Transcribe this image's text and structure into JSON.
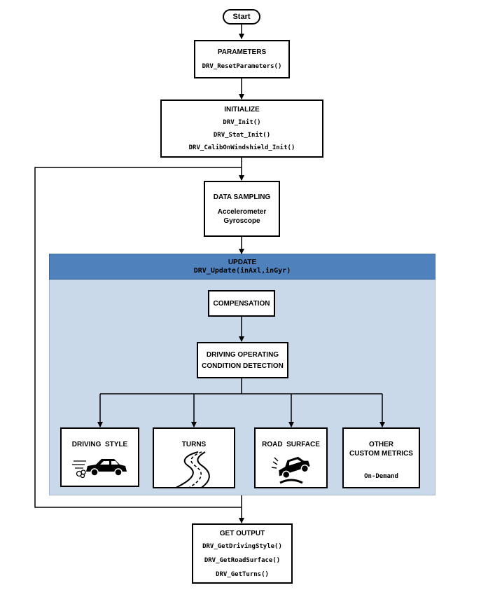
{
  "start": {
    "label": "Start"
  },
  "parameters": {
    "title": "PARAMETERS",
    "calls": [
      "DRV_ResetParameters()"
    ]
  },
  "initialize": {
    "title": "INITIALIZE",
    "calls": [
      "DRV_Init()",
      "DRV_Stat_Init()",
      "DRV_CalibOnWindshield_Init()"
    ]
  },
  "data_sampling": {
    "title": "DATA SAMPLING",
    "lines": [
      "Accelerometer",
      "Gyroscope"
    ]
  },
  "update": {
    "title": "UPDATE",
    "call": "DRV_Update(inAxl,inGyr)"
  },
  "compensation": {
    "title": "COMPENSATION"
  },
  "detection": {
    "title_lines": [
      "DRIVING OPERATING",
      "CONDITION DETECTION"
    ]
  },
  "outputs": {
    "driving_style": {
      "title": "DRIVING  STYLE",
      "icon": "car-speed-icon"
    },
    "turns": {
      "title": "TURNS",
      "icon": "winding-road-icon"
    },
    "road_surface": {
      "title": "ROAD  SURFACE",
      "icon": "car-pothole-icon"
    },
    "other": {
      "title_lines": [
        "OTHER",
        "CUSTOM METRICS"
      ],
      "note": "On-Demand"
    }
  },
  "get_output": {
    "title": "GET OUTPUT",
    "calls": [
      "DRV_GetDrivingStyle()",
      "DRV_GetRoadSurface()",
      "DRV_GetTurns()"
    ]
  },
  "colors": {
    "update_header": "#4f81bd",
    "update_panel": "#c9d9e9",
    "line": "#000000"
  }
}
